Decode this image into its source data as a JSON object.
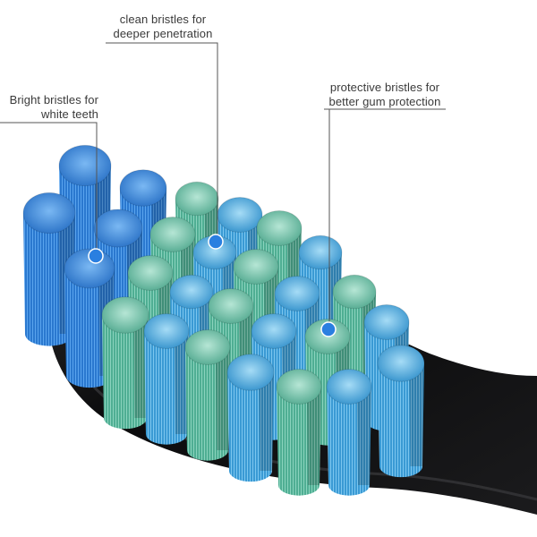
{
  "callouts": [
    {
      "lines": [
        "clean bristles for",
        "deeper penetration"
      ]
    },
    {
      "lines": [
        "Bright bristles for",
        "white teeth"
      ]
    },
    {
      "lines": [
        "protective bristles for",
        "better gum protection"
      ]
    }
  ],
  "colors": {
    "bright": "#2f7fd6",
    "clean": "#5fb7a0",
    "protective": "#4aa6d9",
    "marker": "#2a7fe0",
    "head": "#0f0f10",
    "leader": "#555555"
  }
}
